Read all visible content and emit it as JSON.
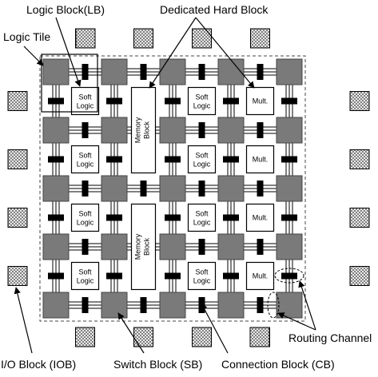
{
  "labels": {
    "logic_block": "Logic Block(LB)",
    "dedicated_hard_block": "Dedicated Hard Block",
    "logic_tile": "Logic Tile",
    "routing_channel": "Routing Channel",
    "io_block": "I/O Block (IOB)",
    "switch_block": "Switch Block (SB)",
    "connection_block": "Connection Block (CB)"
  },
  "blocks": {
    "soft_line1": "Soft",
    "soft_line2": "Logic",
    "mult": "Mult.",
    "memory_line1": "Memory",
    "memory_line2": "Block"
  },
  "colors": {
    "switch_block_fill": "#7a7a7a",
    "connection_block_fill": "#000000",
    "line": "#000000",
    "background": "#ffffff"
  }
}
